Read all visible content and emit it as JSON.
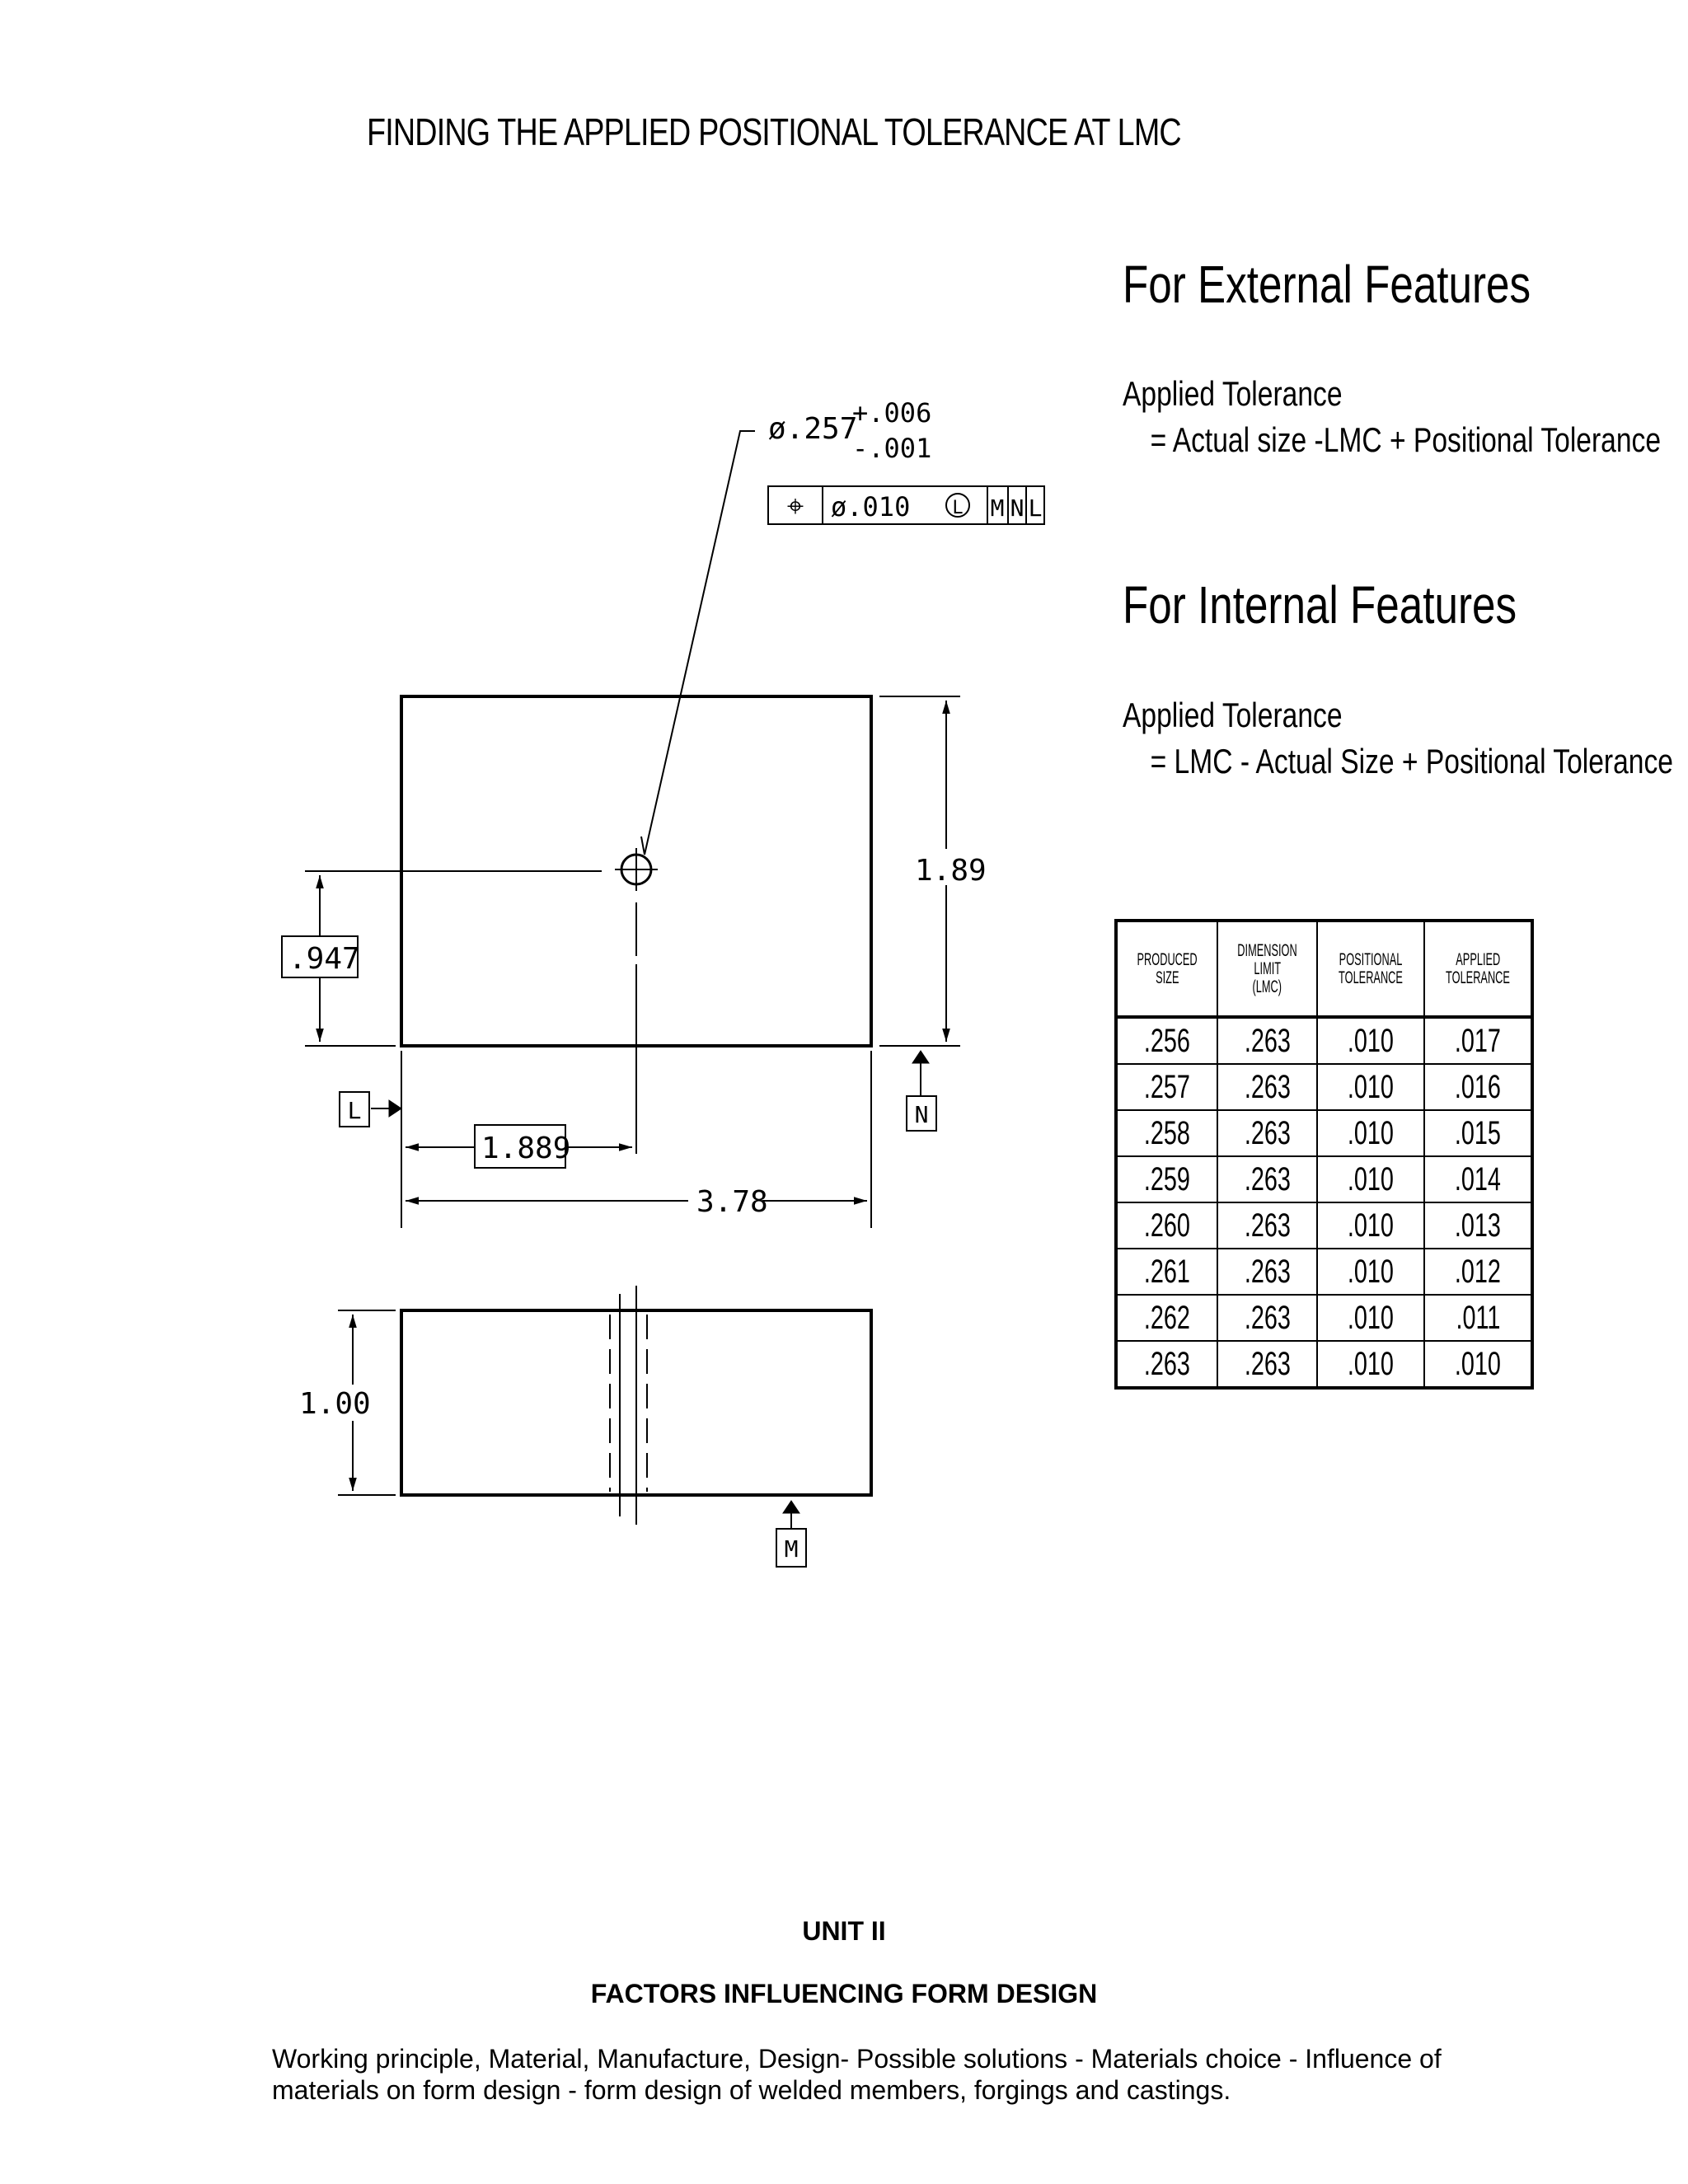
{
  "page": {
    "title": "FINDING THE APPLIED POSITIONAL TOLERANCE AT LMC"
  },
  "external": {
    "heading": "For External Features",
    "formula_label": "Applied Tolerance",
    "formula": "= Actual size -LMC + Positional Tolerance"
  },
  "internal": {
    "heading": "For Internal Features",
    "formula_label": "Applied Tolerance",
    "formula": "= LMC - Actual Size + Positional Tolerance"
  },
  "drawing": {
    "hole_size": "ø.257",
    "tol_plus": "+.006",
    "tol_minus": "-.001",
    "fcf_symbol": "⌖",
    "fcf_tolerance": "ø.010",
    "fcf_modifier": "L",
    "datum_1": "M",
    "datum_2": "N",
    "datum_3": "L",
    "dim_height": "1.89",
    "dim_hole_y": ".947",
    "dim_hole_x": "1.889",
    "dim_width": "3.78",
    "dim_thickness": "1.00",
    "datum_label_L": "L",
    "datum_label_N": "N",
    "datum_label_M": "M"
  },
  "table": {
    "headers": [
      [
        "PRODUCED",
        "SIZE"
      ],
      [
        "DIMENSION",
        "LIMIT",
        "(LMC)"
      ],
      [
        "POSITIONAL",
        "TOLERANCE"
      ],
      [
        "APPLIED",
        "TOLERANCE"
      ]
    ],
    "rows": [
      [
        ".256",
        ".263",
        ".010",
        ".017"
      ],
      [
        ".257",
        ".263",
        ".010",
        ".016"
      ],
      [
        ".258",
        ".263",
        ".010",
        ".015"
      ],
      [
        ".259",
        ".263",
        ".010",
        ".014"
      ],
      [
        ".260",
        ".263",
        ".010",
        ".013"
      ],
      [
        ".261",
        ".263",
        ".010",
        ".012"
      ],
      [
        ".262",
        ".263",
        ".010",
        ".011"
      ],
      [
        ".263",
        ".263",
        ".010",
        ".010"
      ]
    ]
  },
  "footer": {
    "unit": "UNIT II",
    "section": "FACTORS INFLUENCING FORM DESIGN",
    "syllabus": "Working principle, Material, Manufacture, Design- Possible solutions - Materials choice - Influence of materials on form design - form design of welded members, forgings and castings."
  }
}
